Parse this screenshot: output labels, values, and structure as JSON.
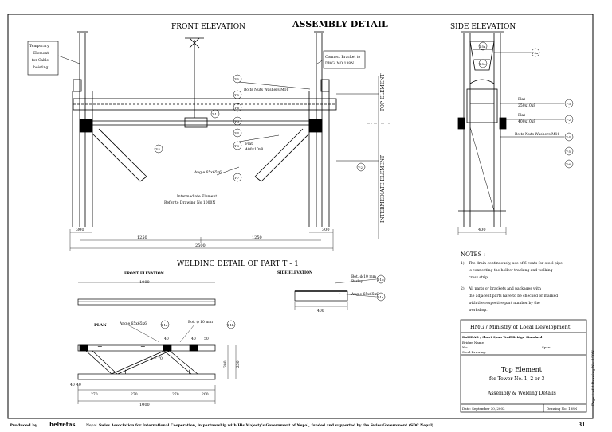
{
  "titles": {
    "front_elevation": "FRONT ELEVATION",
    "assembly_detail": "ASSEMBLY DETAIL",
    "side_elevation": "SIDE ELEVATION",
    "welding_detail": "WELDING DETAIL OF PART  T - 1",
    "weld_front_elevation": "FRONT ELEVATION",
    "weld_side_elevation": "SIDE ELEVATION",
    "plan": "PLAN"
  },
  "front": {
    "temp_element_lines": [
      "Temporary",
      "Element",
      "for Cable",
      "hoisting"
    ],
    "connect_lines": [
      "Connect Bracket to",
      "DWG. NO 138N"
    ],
    "bolts_label": "Bolts Nuts Washers M16",
    "flat_lines": [
      "Flat",
      "400x10x8"
    ],
    "angle_label": "Angle 65x65x6",
    "intermediate_lines": [
      "Intermediate Element",
      "Refer to Drawing No 1000N"
    ],
    "top_element_label": "TOP  ELEMENT",
    "intermediate_element_label": "INTERMEDIATE  ELEMENT",
    "tags": [
      "T-5",
      "T-5",
      "T-6",
      "T-4",
      "T-3",
      "T-1",
      "T-2",
      "T-2",
      "T-7",
      "T-3"
    ],
    "dims": [
      "300",
      "300",
      "1250",
      "1250",
      "2500"
    ]
  },
  "side": {
    "tags": [
      "T-5a",
      "T-5b",
      "T-5a",
      "T-3",
      "T-2",
      "T-4",
      "T-5",
      "T-6"
    ],
    "flat1_lines": [
      "Flat",
      "250x10x8"
    ],
    "flat2_lines": [
      "Flat",
      "400x10x8"
    ],
    "bolts_label": "Bolts Nuts Washers M16",
    "dim": "400"
  },
  "weld": {
    "dim_top": "1000",
    "dim_bottom": "1000",
    "dim_segments": [
      "40",
      "40",
      "270",
      "270",
      "270",
      "200"
    ],
    "dim_small": [
      "40",
      "50",
      "40"
    ],
    "bot_label": "Bot. ϕ 10 mm",
    "angle_label": "Angle 65x65x6",
    "bar_label": "Bot. ϕ 10 mm",
    "bar_sub": "Parlay",
    "side_angle": "Angle 65x65x6",
    "side_dim": "400",
    "tags": [
      "T-1a",
      "T-1b",
      "T-1b",
      "T-1a"
    ],
    "angle_deg": "x = 70",
    "vertical_dims": [
      "300",
      "250"
    ]
  },
  "notes": {
    "title": "NOTES :",
    "items": [
      {
        "num": "1)",
        "lines": [
          "The drain continuously, use of 6 coats for steel pipe",
          "is connecting the hollow tracking and walking",
          "cross strip."
        ]
      },
      {
        "num": "2)",
        "lines": [
          "All parts or brackets and packages with",
          "the adjacent parts have to be checked or marked",
          "with the respective part number by the",
          "workshop."
        ]
      }
    ]
  },
  "title_block": {
    "org": "HMG / Ministry of Local Development",
    "dept": "DoLIDAR / Short Span Trail Bridge Standard",
    "bridge_name": "Bridge Name:",
    "no": "No:",
    "span": "Span:",
    "steel_drawing": "Steel Drawing:",
    "title": "Top Element",
    "subtitle": "for Tower No. 1, 2 or 3",
    "subject": "Assembly & Welding Details",
    "date": "Date: September 30, 2002",
    "drawing_no": "Drawing No: 138N",
    "side_note": "Page 1 of 2   Drawing No. 138N"
  },
  "footer": {
    "produced_by": "Produced by",
    "brand": "helvetas",
    "brand_sub": "Nepal",
    "credit": "Swiss Association for International Cooperation, in partnership with His Majesty's Government of Nepal, funded and supported by the Swiss Government (SDC Nepal).",
    "page": "31"
  }
}
